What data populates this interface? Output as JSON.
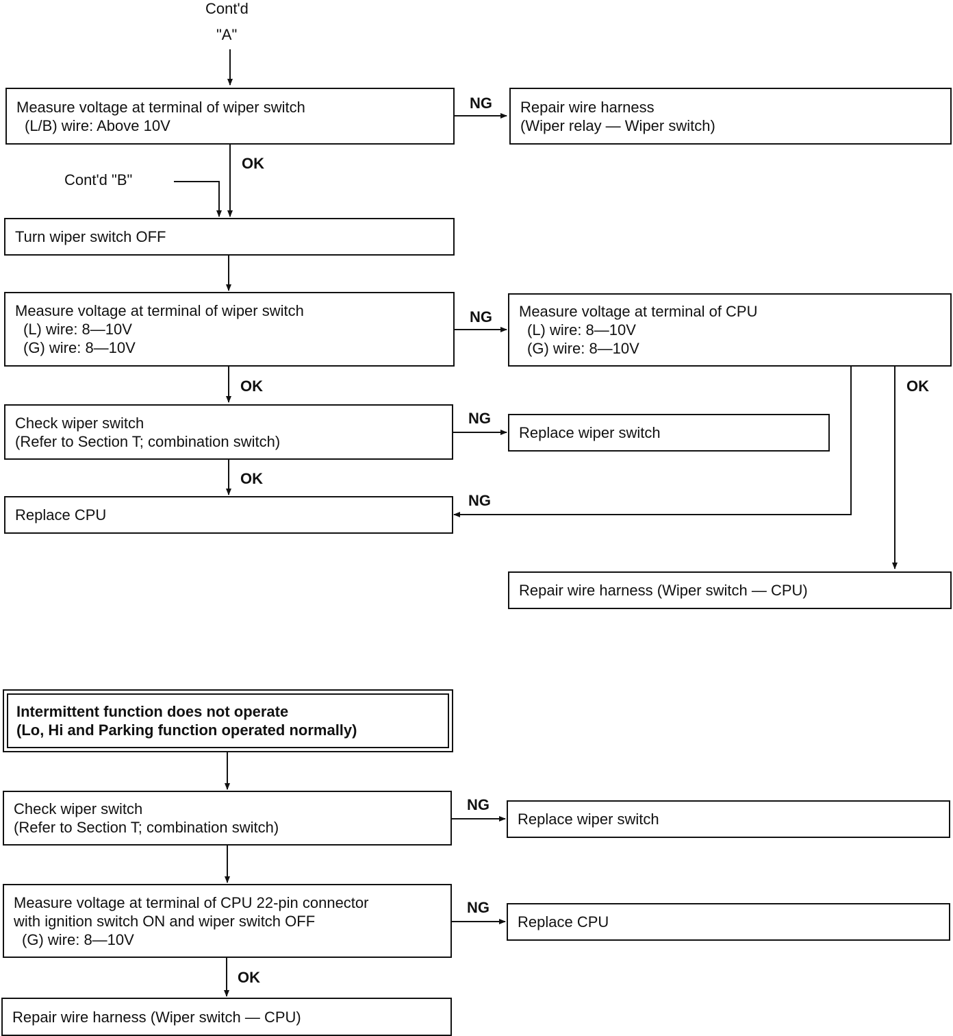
{
  "top": {
    "contd_a_line1": "Cont'd",
    "contd_a_line2": "\"A\"",
    "contd_b": "Cont'd   \"B\""
  },
  "boxes": {
    "measure_lb": [
      "Measure voltage at terminal of wiper switch",
      "(L/B) wire: Above 10V"
    ],
    "repair_relay": [
      "Repair wire harness",
      "(Wiper relay — Wiper switch)"
    ],
    "turn_off": [
      "Turn wiper switch OFF"
    ],
    "measure_lg": [
      "Measure voltage at terminal of wiper switch",
      "(L) wire: 8—10V",
      "(G) wire: 8—10V"
    ],
    "measure_cpu": [
      "Measure voltage at terminal of CPU",
      "(L) wire: 8—10V",
      "(G) wire: 8—10V"
    ],
    "check_switch_1": [
      "Check wiper switch",
      "(Refer to Section T; combination switch)"
    ],
    "replace_switch_1": [
      "Replace wiper switch"
    ],
    "replace_cpu_1": [
      "Replace CPU"
    ],
    "repair_cpu_1": [
      "Repair wire harness (Wiper switch — CPU)"
    ],
    "intermittent": [
      "Intermittent function does not operate",
      "(Lo, Hi and Parking function operated normally)"
    ],
    "check_switch_2": [
      "Check wiper switch",
      "(Refer to Section T; combination switch)"
    ],
    "replace_switch_2": [
      "Replace wiper switch"
    ],
    "measure_22pin": [
      "Measure voltage at terminal of CPU 22-pin connector",
      "with ignition switch ON and wiper switch OFF",
      "(G) wire: 8—10V"
    ],
    "replace_cpu_2": [
      "Replace CPU"
    ],
    "repair_cpu_2": [
      "Repair wire harness (Wiper switch — CPU)"
    ]
  },
  "labels": {
    "ng": "NG",
    "ok": "OK"
  }
}
